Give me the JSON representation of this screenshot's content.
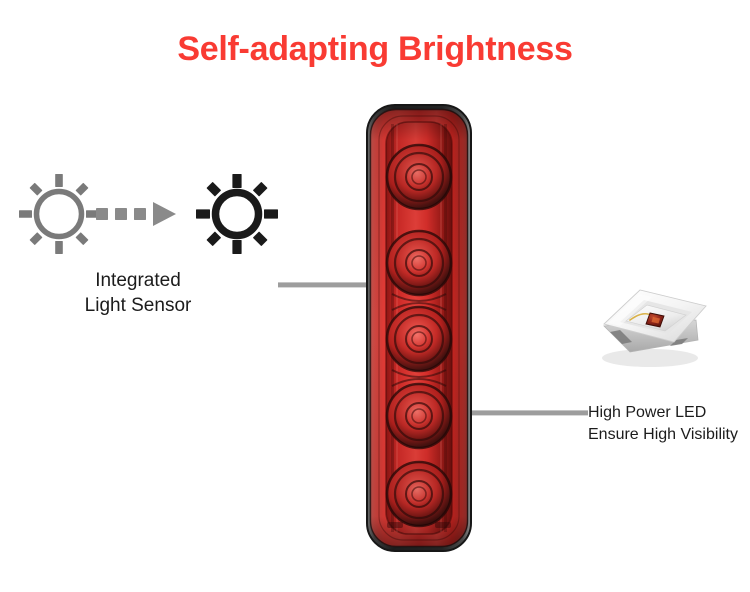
{
  "page": {
    "title": "Self-adapting Brightness",
    "title_color": "#f93b33",
    "background_color": "#ffffff",
    "text_color": "#1c1c1c"
  },
  "sensor_diagram": {
    "dim_sun_icon": "sun-icon",
    "dim_sun_color": "#7a7a7a",
    "bright_sun_icon": "sun-icon",
    "bright_sun_color": "#1a1a1a",
    "transition_arrow_icon": "dashed-arrow-right-icon",
    "transition_arrow_color": "#8a8a8a"
  },
  "callouts": [
    {
      "id": "light-sensor",
      "line1": "Integrated",
      "line2": "Light Sensor",
      "leader_color": "#9a9a9a"
    },
    {
      "id": "high-power-led",
      "line1": "High Power LED",
      "line2": "Ensure High Visibility",
      "leader_color": "#9a9a9a"
    }
  ],
  "product": {
    "name": "bicycle-taillight",
    "lens_color": "#e0312e",
    "body_color": "#2b2b2b",
    "led_count": 5
  },
  "led_component": {
    "name": "smd-led-package",
    "package_color": "#f2f2f2",
    "die_color": "#8e2418",
    "wire_color": "#d9b24a"
  }
}
